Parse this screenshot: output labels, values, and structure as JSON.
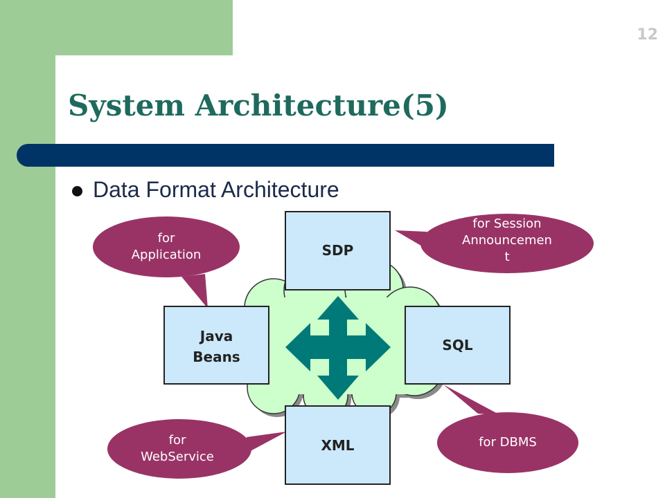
{
  "slide": {
    "page_number": "12",
    "title": "System Architecture(5)",
    "bullet": "Data Format Architecture"
  },
  "diagram": {
    "boxes": {
      "sdp": "SDP",
      "java_beans": [
        "Java",
        "Beans"
      ],
      "sql": "SQL",
      "xml": "XML"
    },
    "callouts": {
      "application": [
        "for",
        "Application"
      ],
      "session": [
        "for Session",
        "Announcemen",
        "t"
      ],
      "webservice": [
        "for",
        "WebService"
      ],
      "dbms": "for DBMS"
    }
  },
  "colors": {
    "green_band": "#9dcc96",
    "title_text": "#1e6a5d",
    "title_bar": "#003466",
    "callout_fill": "#993366",
    "box_fill": "#cce9fb",
    "cloud_fill": "#ccffcc",
    "arrow_fill": "#007a78"
  }
}
